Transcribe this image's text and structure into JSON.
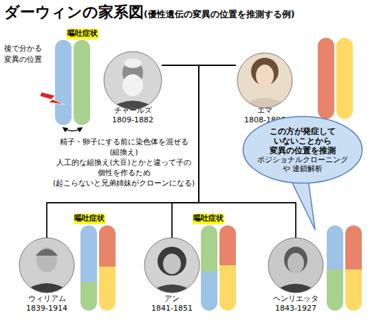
{
  "diagram": {
    "title": "ダーウィンの家系図",
    "nodes": [
      {
        "text": [
          "チャールズ",
          "1809-1882"
        ]
      },
      {
        "text": [
          "エマ",
          "1808-1896"
        ]
      },
      {
        "text": [
          "この方が発症して いないことから 変異の位置を推測",
          "ポジショナルクローニングや 連鎖解析"
        ]
      },
      {
        "text": [
          "ウィリアム",
          "1839-1914"
        ]
      },
      {
        "text": [
          "アン",
          "1841-1851"
        ]
      },
      {
        "text": [
          "ヘンリエッタ",
          "1843-1927"
        ]
      }
    ],
    "edges": [
      {
        "from": 0,
        "to": 1,
        "arrow": "none"
      },
      {
        "from": 0,
        "to": 3,
        "arrow": "none"
      },
      {
        "from": 0,
        "to": 4,
        "arrow": "none"
      },
      {
        "from": 0,
        "to": 5,
        "arrow": "none"
      },
      {
        "from": 1,
        "to": 3,
        "arrow": "none"
      },
      {
        "from": 1,
        "to": 4,
        "arrow": "none"
      },
      {
        "from": 1,
        "to": 5,
        "arrow": "none"
      }
    ],
    "labels": [
      "(優性遺伝の変異の位置を推測する例)",
      "嘔吐症状",
      "後で分かる",
      "変異の位置",
      "精子・卵子にする前に染色体を混ぜる",
      "(組換え)",
      "人工的な組換え(大豆)とかと違って子の",
      "個性を作るため",
      "(起こらないと兄弟姉妹がクローンになる)",
      "嘔吐症状",
      "嘔吐症状"
    ]
  }
}
